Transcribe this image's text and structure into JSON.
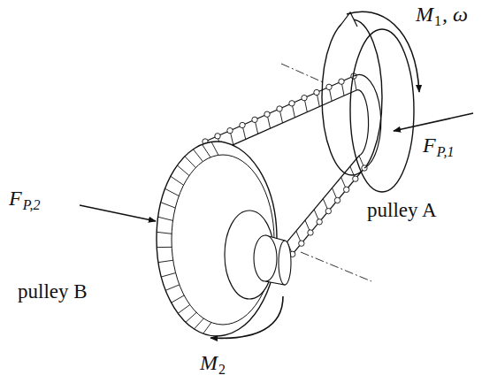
{
  "diagram": {
    "labels": [
      "M",
      "1",
      ", ω",
      "F",
      "P,1",
      "pulley A",
      "F",
      "P,2",
      "pulley B",
      "M",
      "2"
    ]
  }
}
